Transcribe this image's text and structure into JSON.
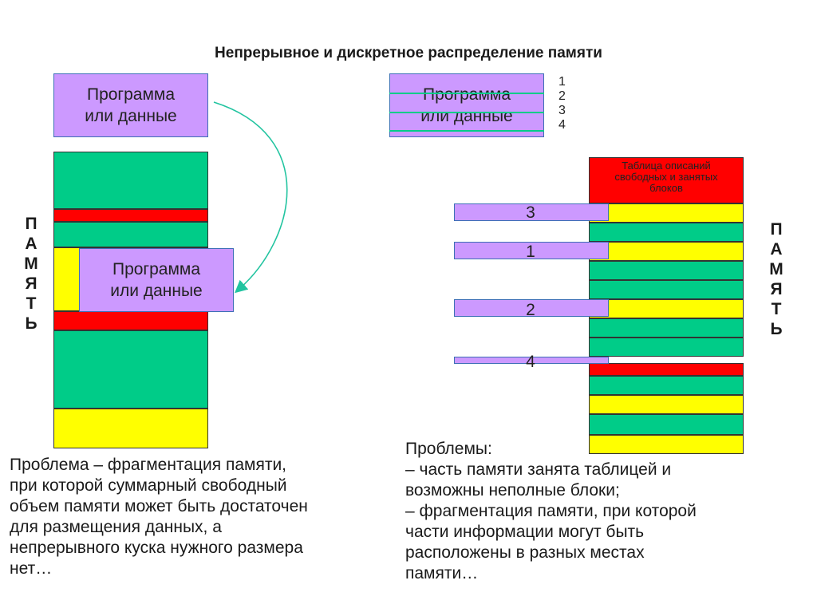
{
  "title": "Непрерывное и дискретное распределение памяти",
  "left": {
    "program_label": [
      "Программа",
      "или данные"
    ],
    "placed_label": [
      "Программа",
      "или данные"
    ],
    "memory_label": [
      "П",
      "А",
      "М",
      "Я",
      "Т",
      "Ь"
    ],
    "problem_lines": [
      "Проблема – фрагментация памяти,",
      "при которой суммарный свободный",
      "объем памяти может быть достаточен",
      "для размещения данных, а",
      "непрерывного куска нужного размера",
      "нет…"
    ]
  },
  "right": {
    "program_label": [
      "Программа",
      "или данные"
    ],
    "part_numbers": [
      "1",
      "2",
      "3",
      "4"
    ],
    "table_label": [
      "Таблица описаний",
      "свободных и занятых",
      "блоков"
    ],
    "pieces": [
      "3",
      "1",
      "2",
      "4"
    ],
    "memory_label": [
      "П",
      "А",
      "М",
      "Я",
      "Т",
      "Ь"
    ],
    "problem_lines": [
      "Проблемы:",
      "– часть памяти занята таблицей и",
      "возможны неполные блоки;",
      "– фрагментация памяти, при которой",
      "части информации могут быть",
      "расположены в разных местах",
      "памяти…"
    ]
  },
  "colors": {
    "program": "#cc99ff",
    "free": "#00cc88",
    "occupied": "#ffff00",
    "table": "#ff0000",
    "arrow": "#22c4a0"
  }
}
